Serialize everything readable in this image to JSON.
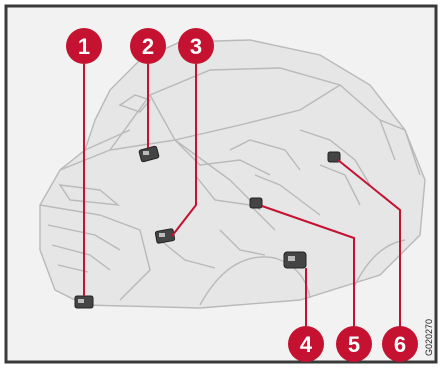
{
  "figure": {
    "figure_code": "G020270",
    "callouts": [
      {
        "id": "callout-1",
        "label": "1",
        "component": "component-1"
      },
      {
        "id": "callout-2",
        "label": "2",
        "component": "component-2"
      },
      {
        "id": "callout-3",
        "label": "3",
        "component": "component-3"
      },
      {
        "id": "callout-4",
        "label": "4",
        "component": "component-4"
      },
      {
        "id": "callout-5",
        "label": "5",
        "component": "component-5"
      },
      {
        "id": "callout-6",
        "label": "6",
        "component": "component-6"
      }
    ],
    "colors": {
      "frame": "#3a3a3a",
      "background": "#f2f2f2",
      "car_outline": "#b9b9b9",
      "car_fill": "#e6e6e6",
      "callout": "#c41230",
      "leader": "#c41230",
      "component": "#444444"
    }
  }
}
